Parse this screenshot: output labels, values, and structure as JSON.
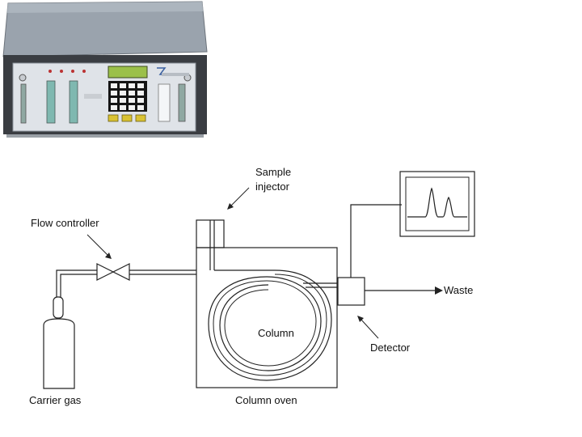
{
  "labels": {
    "sample_injector_line1": "Sample",
    "sample_injector_line2": "injector",
    "flow_controller": "Flow controller",
    "waste": "Waste",
    "column": "Column",
    "detector": "Detector",
    "carrier_gas": "Carrier gas",
    "column_oven": "Column oven"
  },
  "colors": {
    "instrument_lid": "#9aa3ad",
    "instrument_front": "#dfe3e8",
    "display_green": "#9bc04a",
    "keypad_black": "#151515",
    "button_yellow": "#d9c233"
  }
}
